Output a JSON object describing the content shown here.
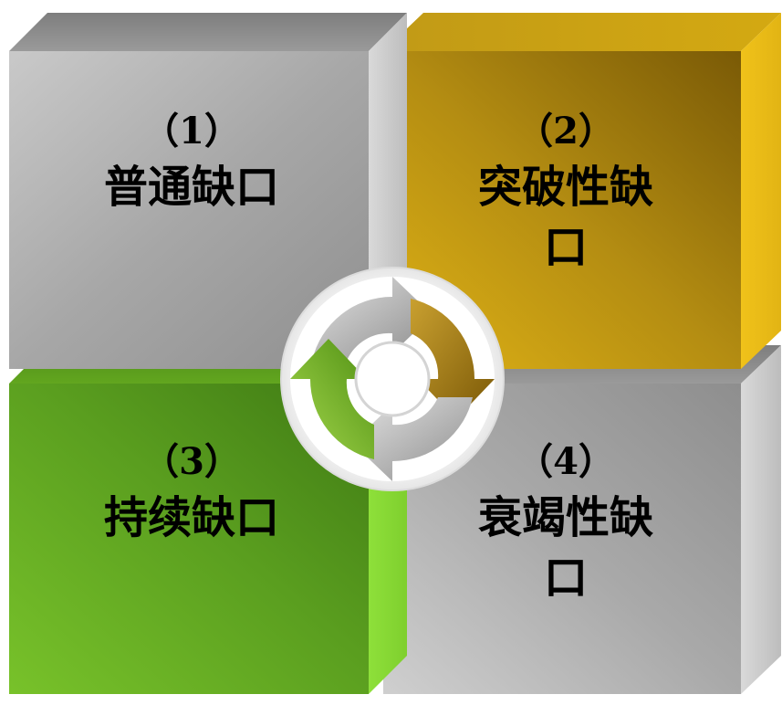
{
  "quadrants": [
    {
      "number": "（1）",
      "title": "普通缺口",
      "color": "#9c9c9c"
    },
    {
      "number": "（2）",
      "title": "突破性缺口",
      "color": "#b8900a"
    },
    {
      "number": "（3）",
      "title": "持续缺口",
      "color": "#5f9e1e"
    },
    {
      "number": "（4）",
      "title": "衰竭性缺口",
      "color": "#9c9c9c"
    }
  ],
  "cycle_icon": {
    "name": "cycle-arrows-icon",
    "colors": [
      "#a8a8a8",
      "#a07a10",
      "#7cb021",
      "#a8a8a8"
    ]
  }
}
